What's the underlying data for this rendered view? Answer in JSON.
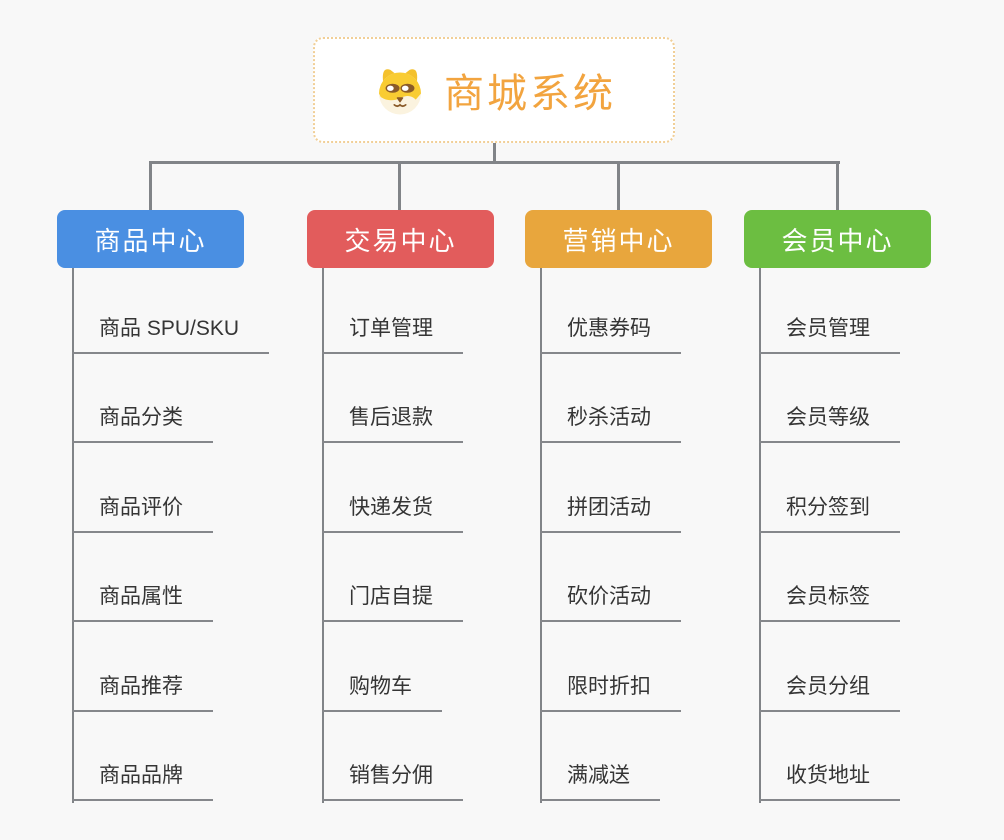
{
  "page": {
    "background_color": "#f8f8f8",
    "connector_color": "#818488"
  },
  "root": {
    "title": "商城系统",
    "icon": "dog-face-icon",
    "accent_color": "#f2a43f",
    "border_color": "#f1cf97"
  },
  "branches": [
    {
      "label": "商品中心",
      "color": "#4a8fe2",
      "children": [
        "商品 SPU/SKU",
        "商品分类",
        "商品评价",
        "商品属性",
        "商品推荐",
        "商品品牌"
      ]
    },
    {
      "label": "交易中心",
      "color": "#e25c5c",
      "children": [
        "订单管理",
        "售后退款",
        "快递发货",
        "门店自提",
        "购物车",
        "销售分佣"
      ]
    },
    {
      "label": "营销中心",
      "color": "#e8a63d",
      "children": [
        "优惠券码",
        "秒杀活动",
        "拼团活动",
        "砍价活动",
        "限时折扣",
        "满减送"
      ]
    },
    {
      "label": "会员中心",
      "color": "#6cbe41",
      "children": [
        "会员管理",
        "会员等级",
        "积分签到",
        "会员标签",
        "会员分组",
        "收货地址"
      ]
    }
  ]
}
